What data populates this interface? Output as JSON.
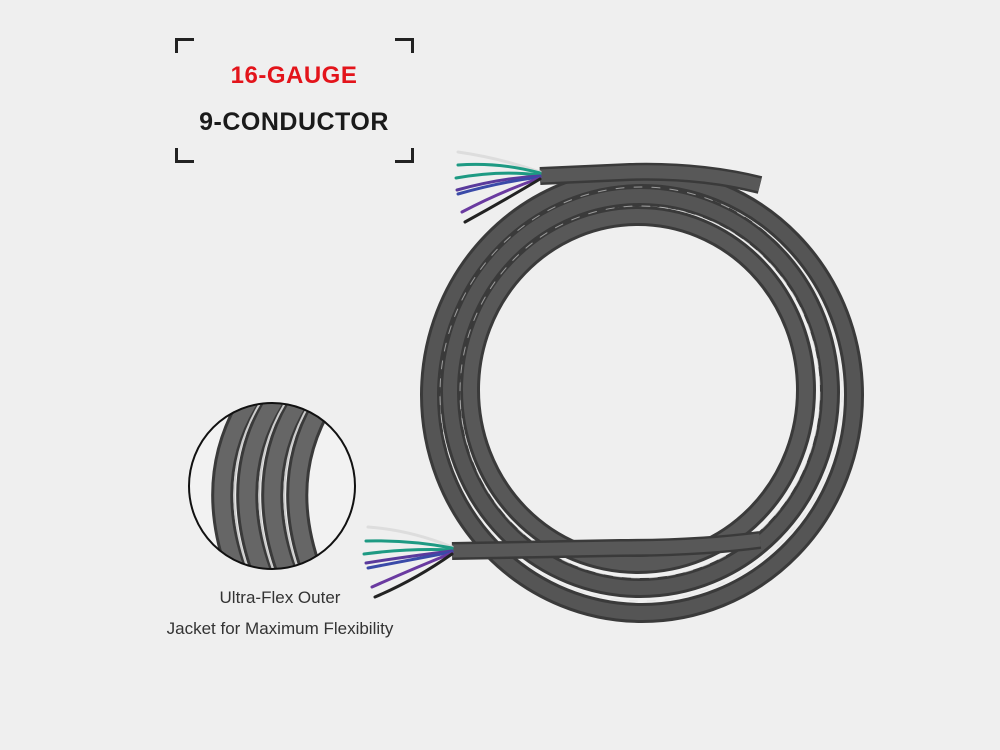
{
  "headline": {
    "gauge": "16-GAUGE",
    "conductor": "9-CONDUCTOR"
  },
  "caption": {
    "line1": "Ultra-Flex Outer",
    "line2": "Jacket for Maximum Flexibility"
  },
  "colors": {
    "accent": "#e3141b",
    "jacket": "#4a4a4a",
    "background": "#efefef"
  }
}
